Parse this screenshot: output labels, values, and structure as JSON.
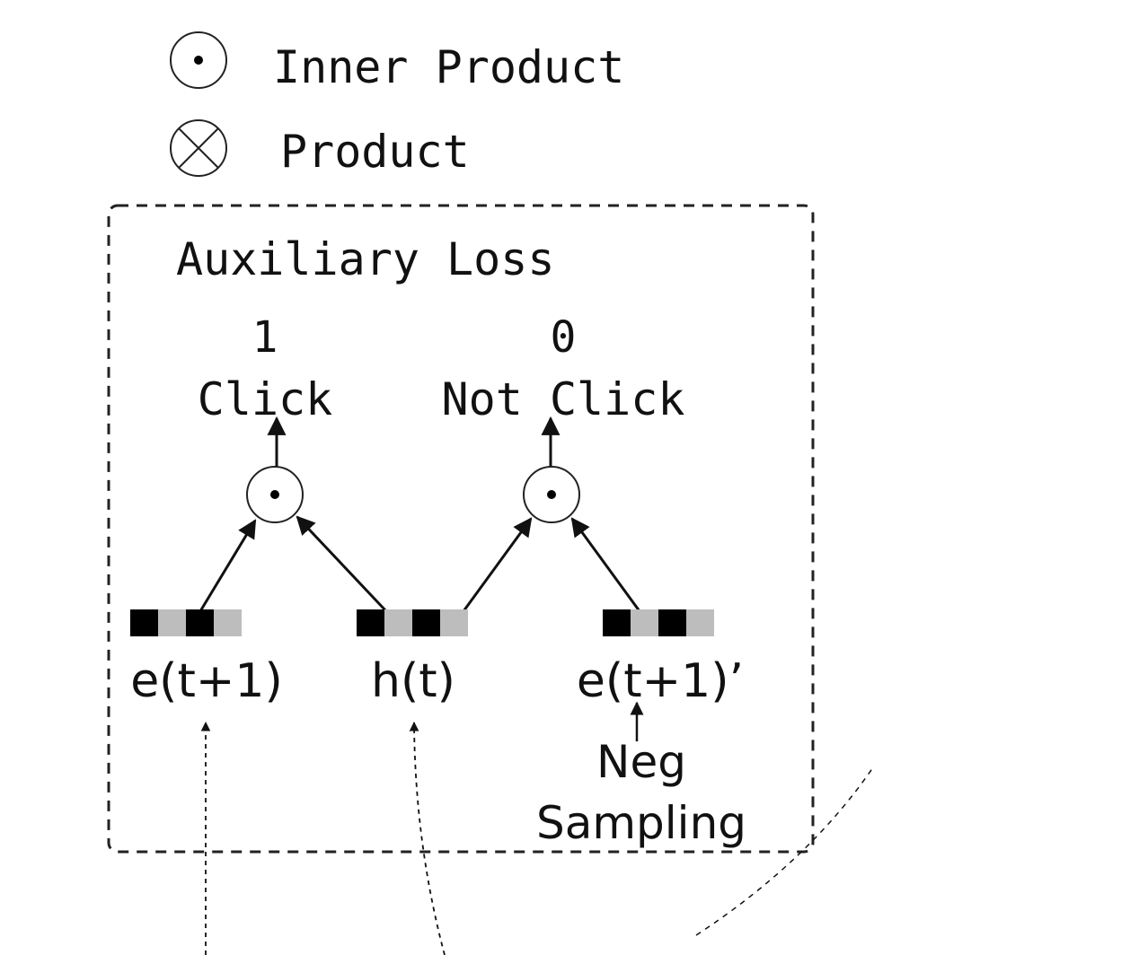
{
  "legend": {
    "inner_product_label": "Inner Product",
    "product_label": "Product"
  },
  "box": {
    "title": "Auxiliary Loss"
  },
  "targets": {
    "positive_value": "1",
    "positive_label": "Click",
    "negative_value": "0",
    "negative_label": "Not Click"
  },
  "vectors": {
    "positive_embedding": "e(t+1)",
    "hidden_state": "h(t)",
    "negative_embedding": "e(t+1)’"
  },
  "negative_sampling": {
    "line1": "Neg",
    "line2": "Sampling"
  },
  "colors": {
    "cell_dark": "#000000",
    "cell_light": "#bdbdbd",
    "stroke": "#111111"
  }
}
